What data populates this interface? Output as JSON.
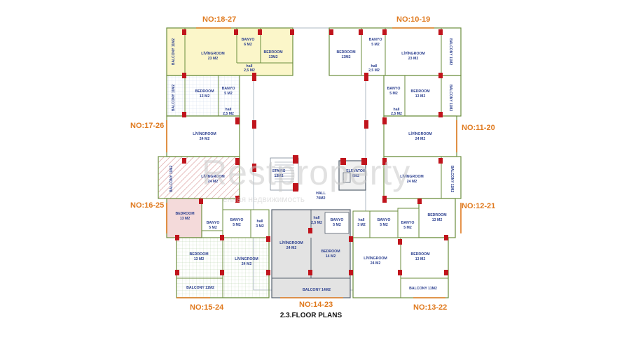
{
  "units": {
    "u18_27": "NO:18-27",
    "u10_19": "NO:10-19",
    "u17_26": "NO:17-26",
    "u11_20": "NO:11-20",
    "u16_25": "NO:16-25",
    "u12_21": "NO:12-21",
    "u15_24": "NO:15-24",
    "u14_23": "NO:14-23",
    "u13_22": "NO:13-22"
  },
  "caption": "2.3.FLOOR PLANS",
  "watermark": {
    "main": "Restproperty",
    "sub": "енная недвижимость"
  },
  "rooms": {
    "living23": "LİVİNGROOM",
    "m23": "23 M2",
    "living24": "LİVİNGROOM",
    "m24": "24 M2",
    "bedroom": "BEDROOM",
    "m13": "13 M2",
    "m13b": "13M2",
    "m14": "14 M2",
    "banyo": "BANYO",
    "m5": "5 M2",
    "m6": "6 M2",
    "hall": "hall",
    "m25": "2,5 M2",
    "m3": "3 M2",
    "balcony11": "BALCONY 11M2",
    "balcony14": "BALCONY 14M2",
    "stairs": "STAİRS",
    "m13s": "13M2",
    "elevator": "ELEVATOR",
    "m8": "8M2",
    "hallc": "HALL",
    "m70": "70M2"
  },
  "colors": {
    "label_orange": "#e07a1f",
    "column_red": "#c0141c",
    "wall_green": "#6b8e3d",
    "text_blue": "#2b3f8f",
    "fill_yellow": "#fbf6c9",
    "fill_green": "#cfe6c8",
    "fill_grey": "#e3e3e3",
    "fill_pink": "#f4dada",
    "fill_blue": "#e3eefb"
  }
}
